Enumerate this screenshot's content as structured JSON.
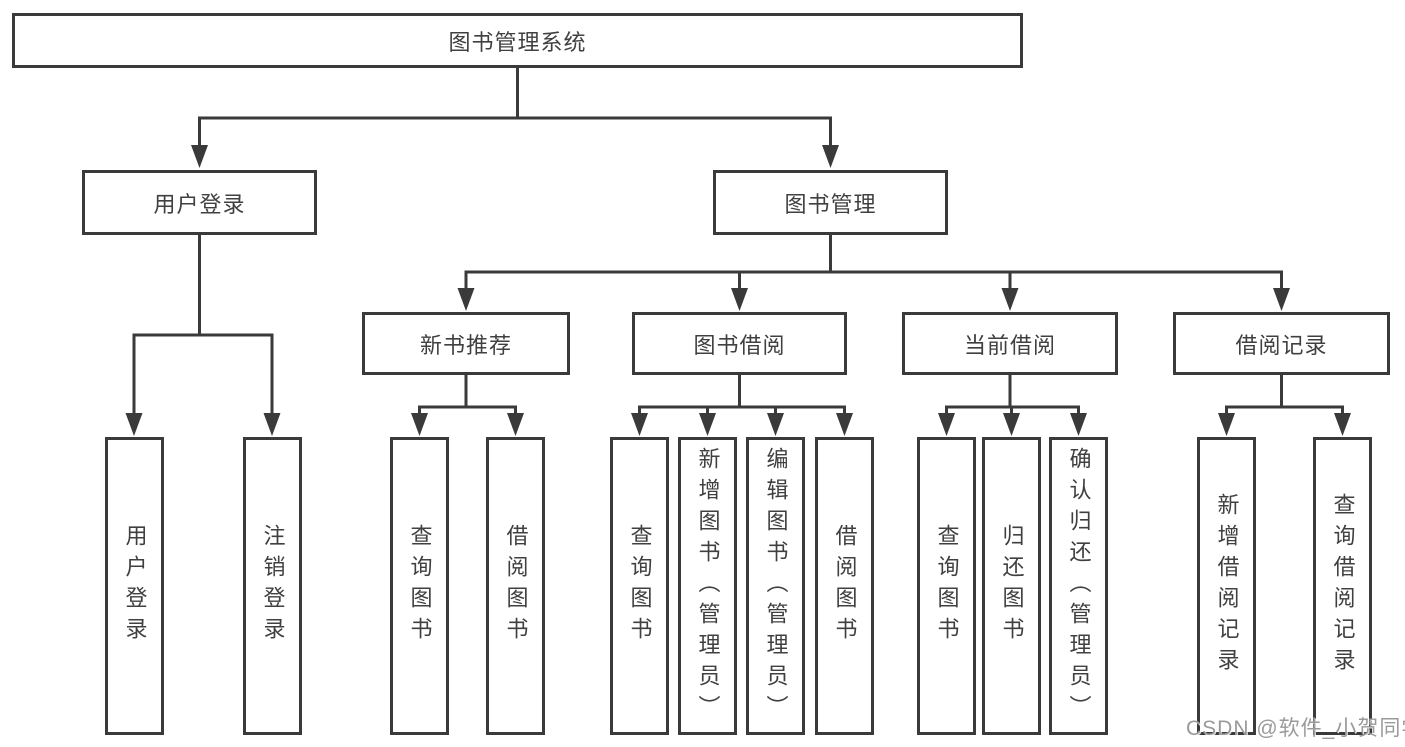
{
  "diagram": {
    "root": {
      "label": "图书管理系统"
    },
    "level2": [
      {
        "label": "用户登录"
      },
      {
        "label": "图书管理"
      }
    ],
    "level3": [
      {
        "label": "新书推荐"
      },
      {
        "label": "图书借阅"
      },
      {
        "label": "当前借阅"
      },
      {
        "label": "借阅记录"
      }
    ],
    "leaves": [
      {
        "label": "用户登录"
      },
      {
        "label": "注销登录"
      },
      {
        "label": "查询图书"
      },
      {
        "label": "借阅图书"
      },
      {
        "label": "查询图书"
      },
      {
        "label": "新增图书（管理员）"
      },
      {
        "label": "编辑图书（管理员）"
      },
      {
        "label": "借阅图书"
      },
      {
        "label": "查询图书"
      },
      {
        "label": "归还图书"
      },
      {
        "label": "确认归还（管理员）"
      },
      {
        "label": "新增借阅记录"
      },
      {
        "label": "查询借阅记录"
      }
    ],
    "watermark": "CSDN @软件_小贺同学",
    "colors": {
      "line": "#3a3a3a",
      "text": "#404040",
      "watermark": "#9a9a9a",
      "background": "#ffffff"
    }
  }
}
